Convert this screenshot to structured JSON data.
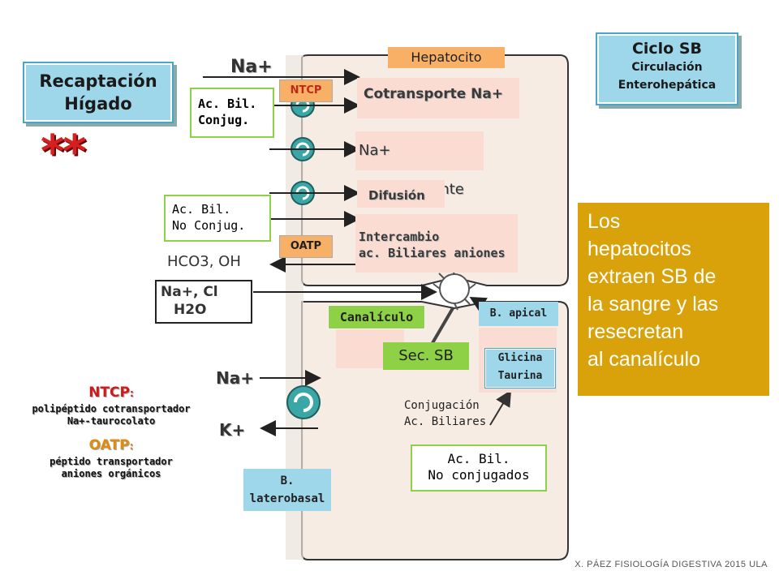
{
  "title_box": {
    "line1": "Recaptación",
    "line2": "Hígado"
  },
  "stars": "**",
  "cycle_box": {
    "title": "Ciclo SB",
    "line1": "Circulación",
    "line2": "Enterohepática"
  },
  "hepatocyte_label": "Hepatocito",
  "na_top": "Na+",
  "transporters": {
    "ntcp": "NTCP",
    "oatp": "OATP"
  },
  "mechanisms": {
    "cotransporte": "Cotransporte Na+",
    "independiente": "Na+ independiente",
    "difusion": "Difusión",
    "intercambio_1": "Intercambio",
    "intercambio_2": "ac. Biliares aniones"
  },
  "conj_box": {
    "line1": "Ac. Bil.",
    "line2": "Conjug."
  },
  "noconj_box": {
    "line1": "Ac. Bil.",
    "line2": "No Conjug."
  },
  "ions": {
    "hco3": "HCO3, OH",
    "nacl": "Na+, Cl",
    "h2o": "H2O",
    "na_bottom": "Na+",
    "k_bottom": "K+"
  },
  "canaliculo": "Canalículo",
  "sec_sb": "Sec. SB",
  "b_apical": "B. apical",
  "glicina": "Glicina",
  "taurina": "Taurina",
  "conjugacion_1": "Conjugación",
  "conjugacion_2": "Ac. Biliares",
  "noconjugados_box": {
    "line1": "Ac. Bil.",
    "line2": "No conjugados"
  },
  "b_laterobasal": {
    "line1": "B.",
    "line2": "laterobasal"
  },
  "legend": {
    "ntcp_title": "NTCP",
    "ntcp_colon": ":",
    "ntcp_desc1": "polipéptido cotransportador",
    "ntcp_desc2": "Na+-taurocolato",
    "oatp_title": "OATP",
    "oatp_colon": ":",
    "oatp_desc1": "péptido transportador",
    "oatp_desc2": "aniones orgánicos"
  },
  "info_box": {
    "lines": [
      "Los",
      "hepatocitos",
      "extraen SB de",
      "la sangre y las",
      "resecretan",
      "al canalículo"
    ]
  },
  "footer": "X. PÁEZ FISIOLOGÍA DIGESTIVA 2015 ULA",
  "colors": {
    "cell": "#f6ece3",
    "cyan": "#9fd7ea",
    "green": "#8ed046",
    "orange": "#f7b066",
    "gold": "#d9a20a",
    "teal": "#3aa6a6"
  }
}
